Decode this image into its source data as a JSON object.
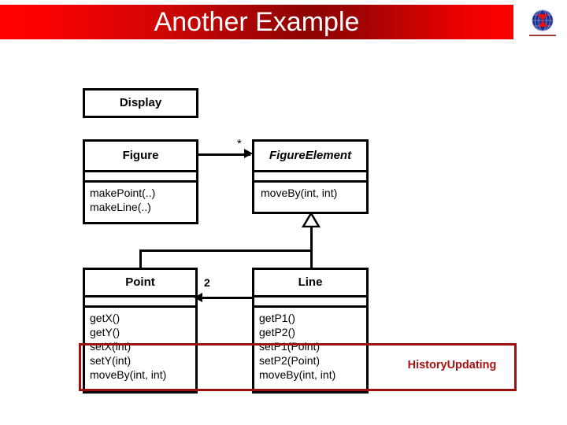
{
  "slide": {
    "title": "Another Example",
    "logo_icon": "globe-logo-icon",
    "title_bar_color_left": "#ff0000",
    "title_bar_color_mid": "#8e0303",
    "title_text_color": "#ffffff"
  },
  "diagram": {
    "kind": "uml-class-diagram",
    "classes": [
      {
        "id": "display",
        "name": "Display",
        "abstract": false,
        "attributes": [],
        "operations": []
      },
      {
        "id": "figure",
        "name": "Figure",
        "abstract": false,
        "attributes": [],
        "operations": [
          "makePoint(..)",
          "makeLine(..)"
        ]
      },
      {
        "id": "figureelement",
        "name": "FigureElement",
        "abstract": true,
        "attributes": [],
        "operations": [
          "moveBy(int, int)"
        ]
      },
      {
        "id": "point",
        "name": "Point",
        "abstract": false,
        "attributes": [],
        "operations": [
          "getX()",
          "getY()",
          "setX(int)",
          "setY(int)",
          "moveBy(int, int)"
        ]
      },
      {
        "id": "line",
        "name": "Line",
        "abstract": false,
        "attributes": [],
        "operations": [
          "getP1()",
          "getP2()",
          "setP1(Point)",
          "setP2(Point)",
          "moveBy(int, int)"
        ]
      }
    ],
    "relationships": [
      {
        "type": "association",
        "from": "figure",
        "to": "figureelement",
        "target_multiplicity": "*"
      },
      {
        "type": "generalization",
        "from": "point",
        "to": "figureelement"
      },
      {
        "type": "generalization",
        "from": "line",
        "to": "figureelement"
      },
      {
        "type": "association",
        "from": "line",
        "to": "point",
        "target_multiplicity": "2"
      }
    ]
  },
  "annotation": {
    "label": "HistoryUpdating",
    "color": "#a81212",
    "border_color": "#9b1111"
  }
}
